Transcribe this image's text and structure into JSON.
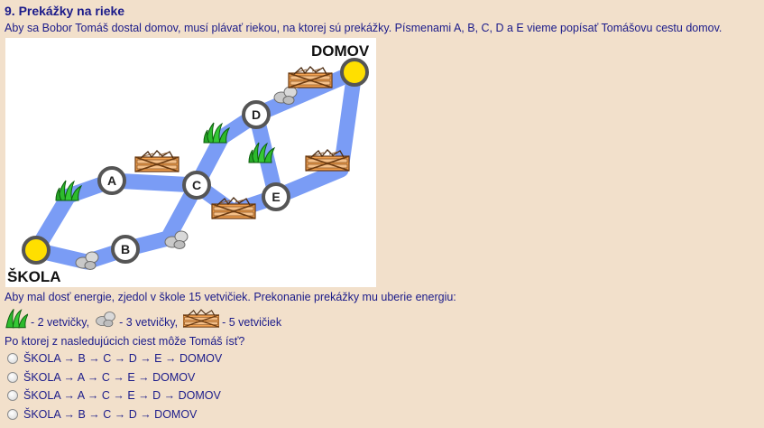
{
  "task": {
    "title": "9. Prekážky na rieke",
    "intro": "Aby sa Bobor Tomáš dostal domov, musí plávať riekou, na ktorej sú prekážky. Písmenami A, B, C, D a E vieme popísať Tomášovu cestu domov.",
    "energy_text": "Aby mal dosť energie, zjedol v škole 15 vetvičiek. Prekonanie prekážky mu uberie energiu:",
    "question": "Po ktorej z nasledujúcich ciest môže Tomáš ísť?"
  },
  "map": {
    "start_label": "ŠKOLA",
    "end_label": "DOMOV",
    "nodes": [
      "A",
      "B",
      "C",
      "D",
      "E"
    ],
    "river_color": "#7a9cf5",
    "node_color": "#555555",
    "endpoint_color": "#ffdf00",
    "icons": [
      "grass-icon",
      "rock-icon",
      "log-fence-icon"
    ]
  },
  "legend": {
    "grass": "- 2 vetvičky,",
    "rock": "- 3 vetvičky,",
    "fence": "- 5 vetvičiek"
  },
  "options": [
    "ŠKOLA → B → C → D → E → DOMOV",
    "ŠKOLA → A → C → E → DOMOV",
    "ŠKOLA → A → C → E → D → DOMOV",
    "ŠKOLA → B → C → D → DOMOV"
  ]
}
